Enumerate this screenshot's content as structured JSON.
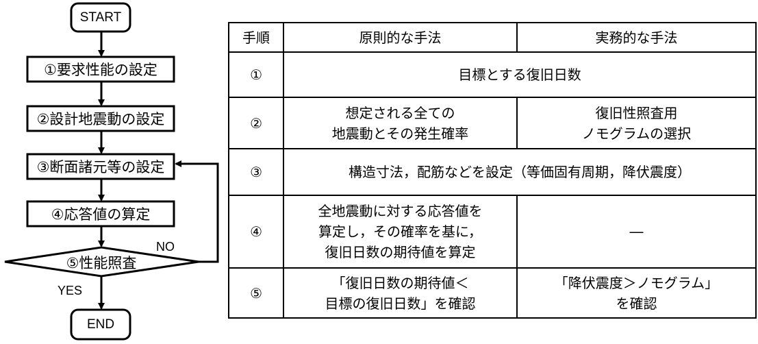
{
  "flowchart": {
    "start": "START",
    "steps": [
      "①要求性能の設定",
      "②設計地震動の設定",
      "③断面諸元等の設定",
      "④応答値の算定"
    ],
    "decision": "⑤性能照査",
    "no_label": "NO",
    "yes_label": "YES",
    "end": "END"
  },
  "table": {
    "headers": [
      "手順",
      "原則的な手法",
      "実務的な手法"
    ],
    "rows": [
      {
        "step": "①",
        "merged": "目標とする復旧日数"
      },
      {
        "step": "②",
        "principle": "想定される全ての\n地震動とその発生確率",
        "practical": "復旧性照査用\nノモグラムの選択"
      },
      {
        "step": "③",
        "merged": "構造寸法，配筋などを設定（等価固有周期，降伏震度）"
      },
      {
        "step": "④",
        "principle": "全地震動に対する応答値を\n算定し，その確率を基に，\n復旧日数の期待値を算定",
        "practical": "―"
      },
      {
        "step": "⑤",
        "principle": "「復旧日数の期待値＜\n目標の復旧日数」を確認",
        "practical": "「降伏震度＞ノモグラム」\nを確認"
      }
    ]
  }
}
